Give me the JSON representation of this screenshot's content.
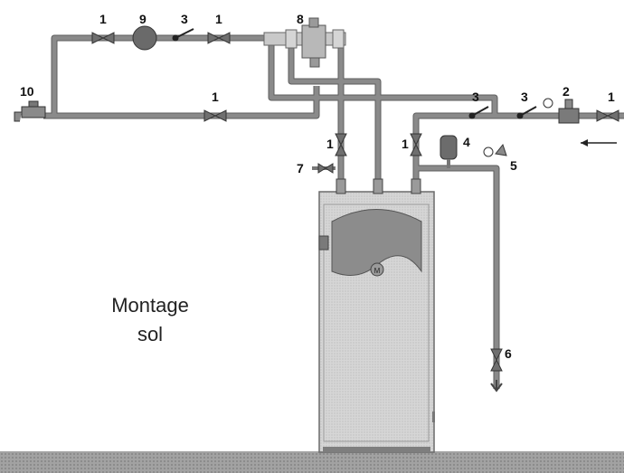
{
  "caption": {
    "line1": "Montage",
    "line2": "sol"
  },
  "labels": {
    "n10": "10",
    "n9": "9",
    "n8": "8",
    "n7": "7",
    "n6": "6",
    "n5": "5",
    "n4": "4",
    "n3a": "3",
    "n3b": "3",
    "n3c": "3",
    "n2": "2",
    "n1a": "1",
    "n1b": "1",
    "n1c": "1",
    "n1d": "1",
    "n1e": "1",
    "n1f": "1"
  },
  "colors": {
    "pipe": "#8a8a8a",
    "pipe_edge": "#5e5e5e",
    "tank": "#d2d2d2",
    "dome": "#8c8c8c",
    "floor": "#9a9a9a"
  },
  "icons": [
    "faucet-icon",
    "pump-icon",
    "valve-icon",
    "check-valve-icon",
    "mixing-valve-icon",
    "pressure-reducer-icon",
    "expansion-vessel-icon",
    "safety-group-icon",
    "drain-icon",
    "flow-arrow-icon"
  ]
}
